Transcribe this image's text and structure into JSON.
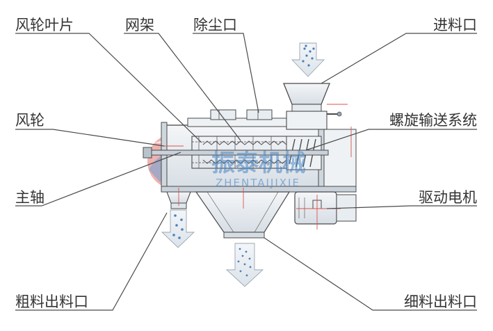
{
  "labels": {
    "fan_blade": "风轮叶片",
    "screen_frame": "网架",
    "dust_outlet": "除尘口",
    "feed_inlet": "进料口",
    "fan_wheel": "风轮",
    "screw_conveyor": "螺旋输送系统",
    "main_shaft": "主轴",
    "drive_motor": "驱动电机",
    "coarse_outlet": "粗料出料口",
    "fine_outlet": "细料出料口"
  },
  "watermark": {
    "brand_cn": "振泰机械",
    "brand_en": "ZHENTAIJIXIE"
  },
  "colors": {
    "line": "#4a4a4a",
    "text": "#333333",
    "steel": "#dfe6ec",
    "steel_dark": "#9aa6b0",
    "red_guide": "#d9534f",
    "particle": "#4a7fb5",
    "watermark_red": "#d8443c",
    "watermark_blue": "#4a86c5"
  }
}
